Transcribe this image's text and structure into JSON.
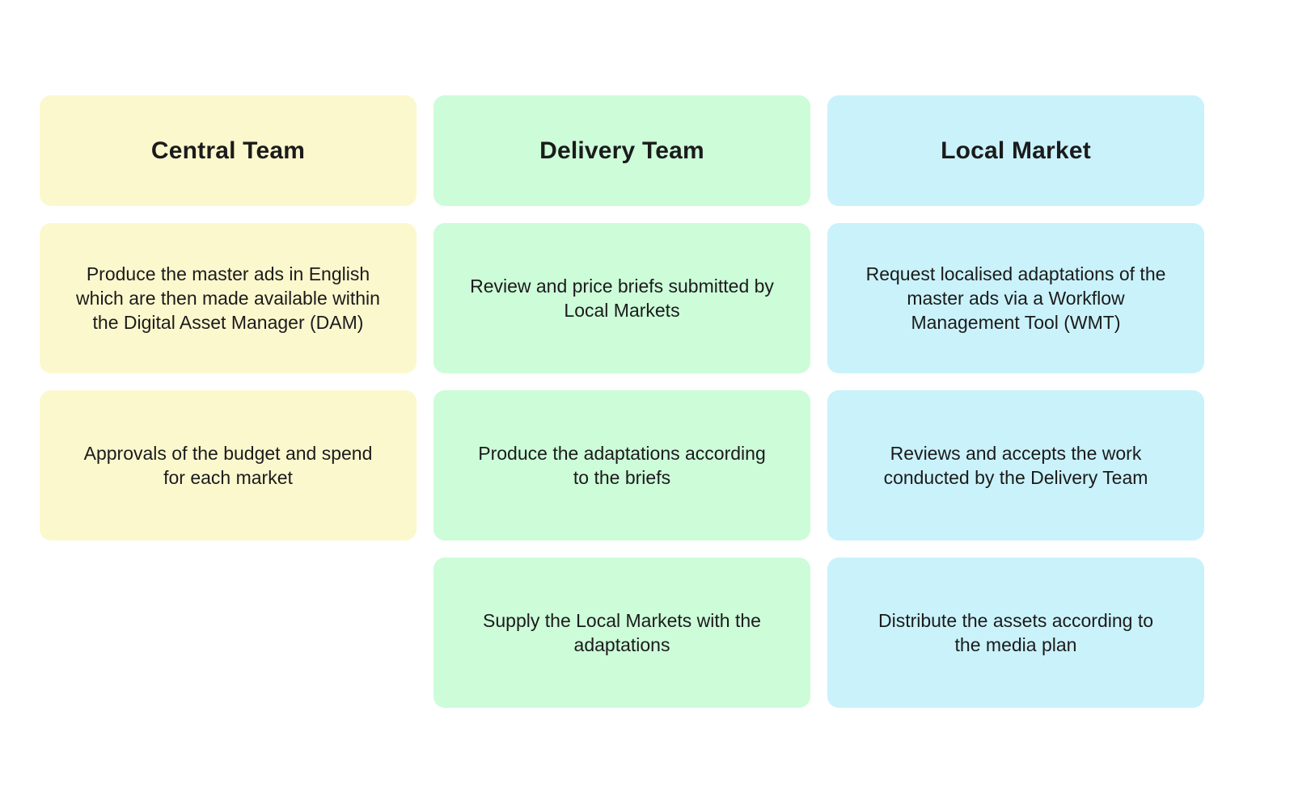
{
  "board": {
    "background": "#ffffff",
    "text_color": "#1b1b1b"
  },
  "columns": [
    {
      "id": "central-team",
      "header": "Central Team",
      "color": "#FCF8CE",
      "cards": [
        "Produce the master ads in English\nwhich are then made available within\nthe Digital Asset Manager (DAM)",
        "Approvals of the budget and spend\nfor each market"
      ]
    },
    {
      "id": "delivery-team",
      "header": "Delivery Team",
      "color": "#CDFCD9",
      "cards": [
        "Review and price briefs submitted by\nLocal Markets",
        "Produce the adaptations according\nto the briefs",
        "Supply the Local Markets with the\nadaptations"
      ]
    },
    {
      "id": "local-market",
      "header": "Local Market",
      "color": "#CAF2FB",
      "cards": [
        "Request localised adaptations of the\nmaster ads via a Workflow\nManagement Tool (WMT)",
        "Reviews and accepts the work\nconducted by the Delivery Team",
        "Distribute the assets according to\nthe media plan"
      ]
    }
  ]
}
